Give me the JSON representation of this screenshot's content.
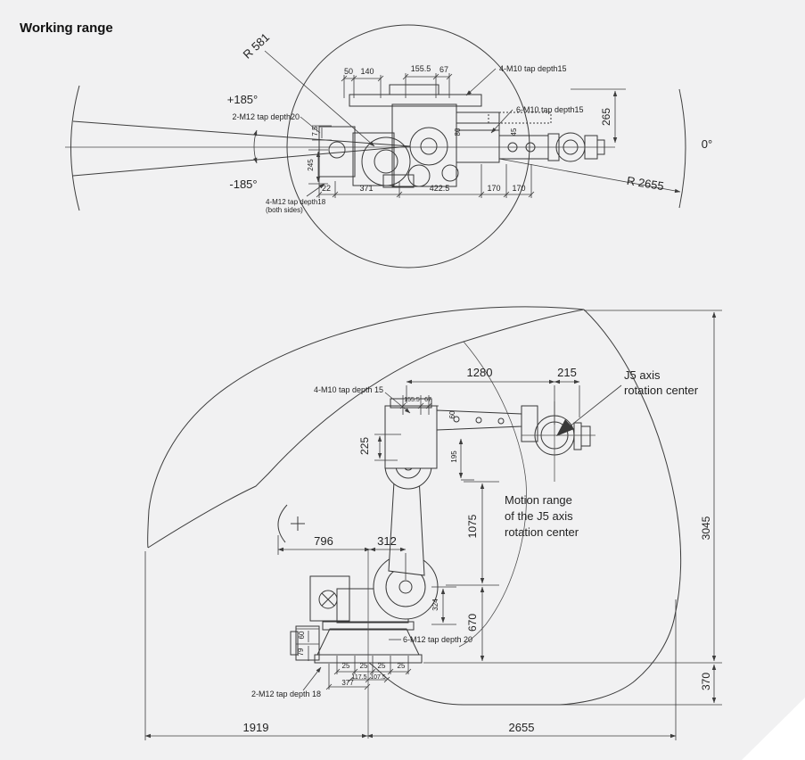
{
  "title": "Working range",
  "colors": {
    "background": "#f1f1f2",
    "line": "#3d3d3d",
    "text": "#232323"
  },
  "top_view": {
    "angles": {
      "plus": "+185°",
      "minus": "-185°",
      "zero": "0°"
    },
    "radii": {
      "inner": "R 581",
      "outer": "R 2655"
    },
    "taps": {
      "m12_20": "2-M12 tap depth20",
      "m10_4": "4-M10 tap depth15",
      "m10_6": "6-M10 tap depth15",
      "m12_18_1": "4-M12 tap depth18",
      "m12_18_2": "(both sides)"
    },
    "dims": {
      "d50": "50",
      "d140": "140",
      "d155_5": "155.5",
      "d67": "67",
      "d265": "265",
      "d7_5": "7.5",
      "d245": "245",
      "d80": "80",
      "d45": "45",
      "d22": "22",
      "d371": "371",
      "d422_5": "422.5",
      "d170a": "170",
      "d170b": "170"
    }
  },
  "side_view": {
    "j5_label": [
      "J5 axis",
      "rotation center"
    ],
    "motion_label": [
      "Motion range",
      "of the J5 axis",
      "rotation center"
    ],
    "taps": {
      "m10_15": "4-M10 tap depth 15",
      "m12_20": "6-M12 tap depth 20",
      "m12_18": "2-M12 tap depth 18"
    },
    "dims": {
      "d1280": "1280",
      "d215": "215",
      "d155_5": "155.5",
      "d67": "67",
      "d60_arm": "60",
      "d195": "195",
      "d225": "225",
      "d3045": "3045",
      "d1075": "1075",
      "d796": "796",
      "d312": "312",
      "d324": "324",
      "d670": "670",
      "d60_base": "60",
      "d79": "79",
      "d25_1": "25",
      "d25_2": "25",
      "d25_3": "25",
      "d25_4": "25",
      "d117_5": "117.5",
      "d107_5": "107.5",
      "d377": "377",
      "d370": "370",
      "d1919": "1919",
      "d2655": "2655"
    }
  }
}
